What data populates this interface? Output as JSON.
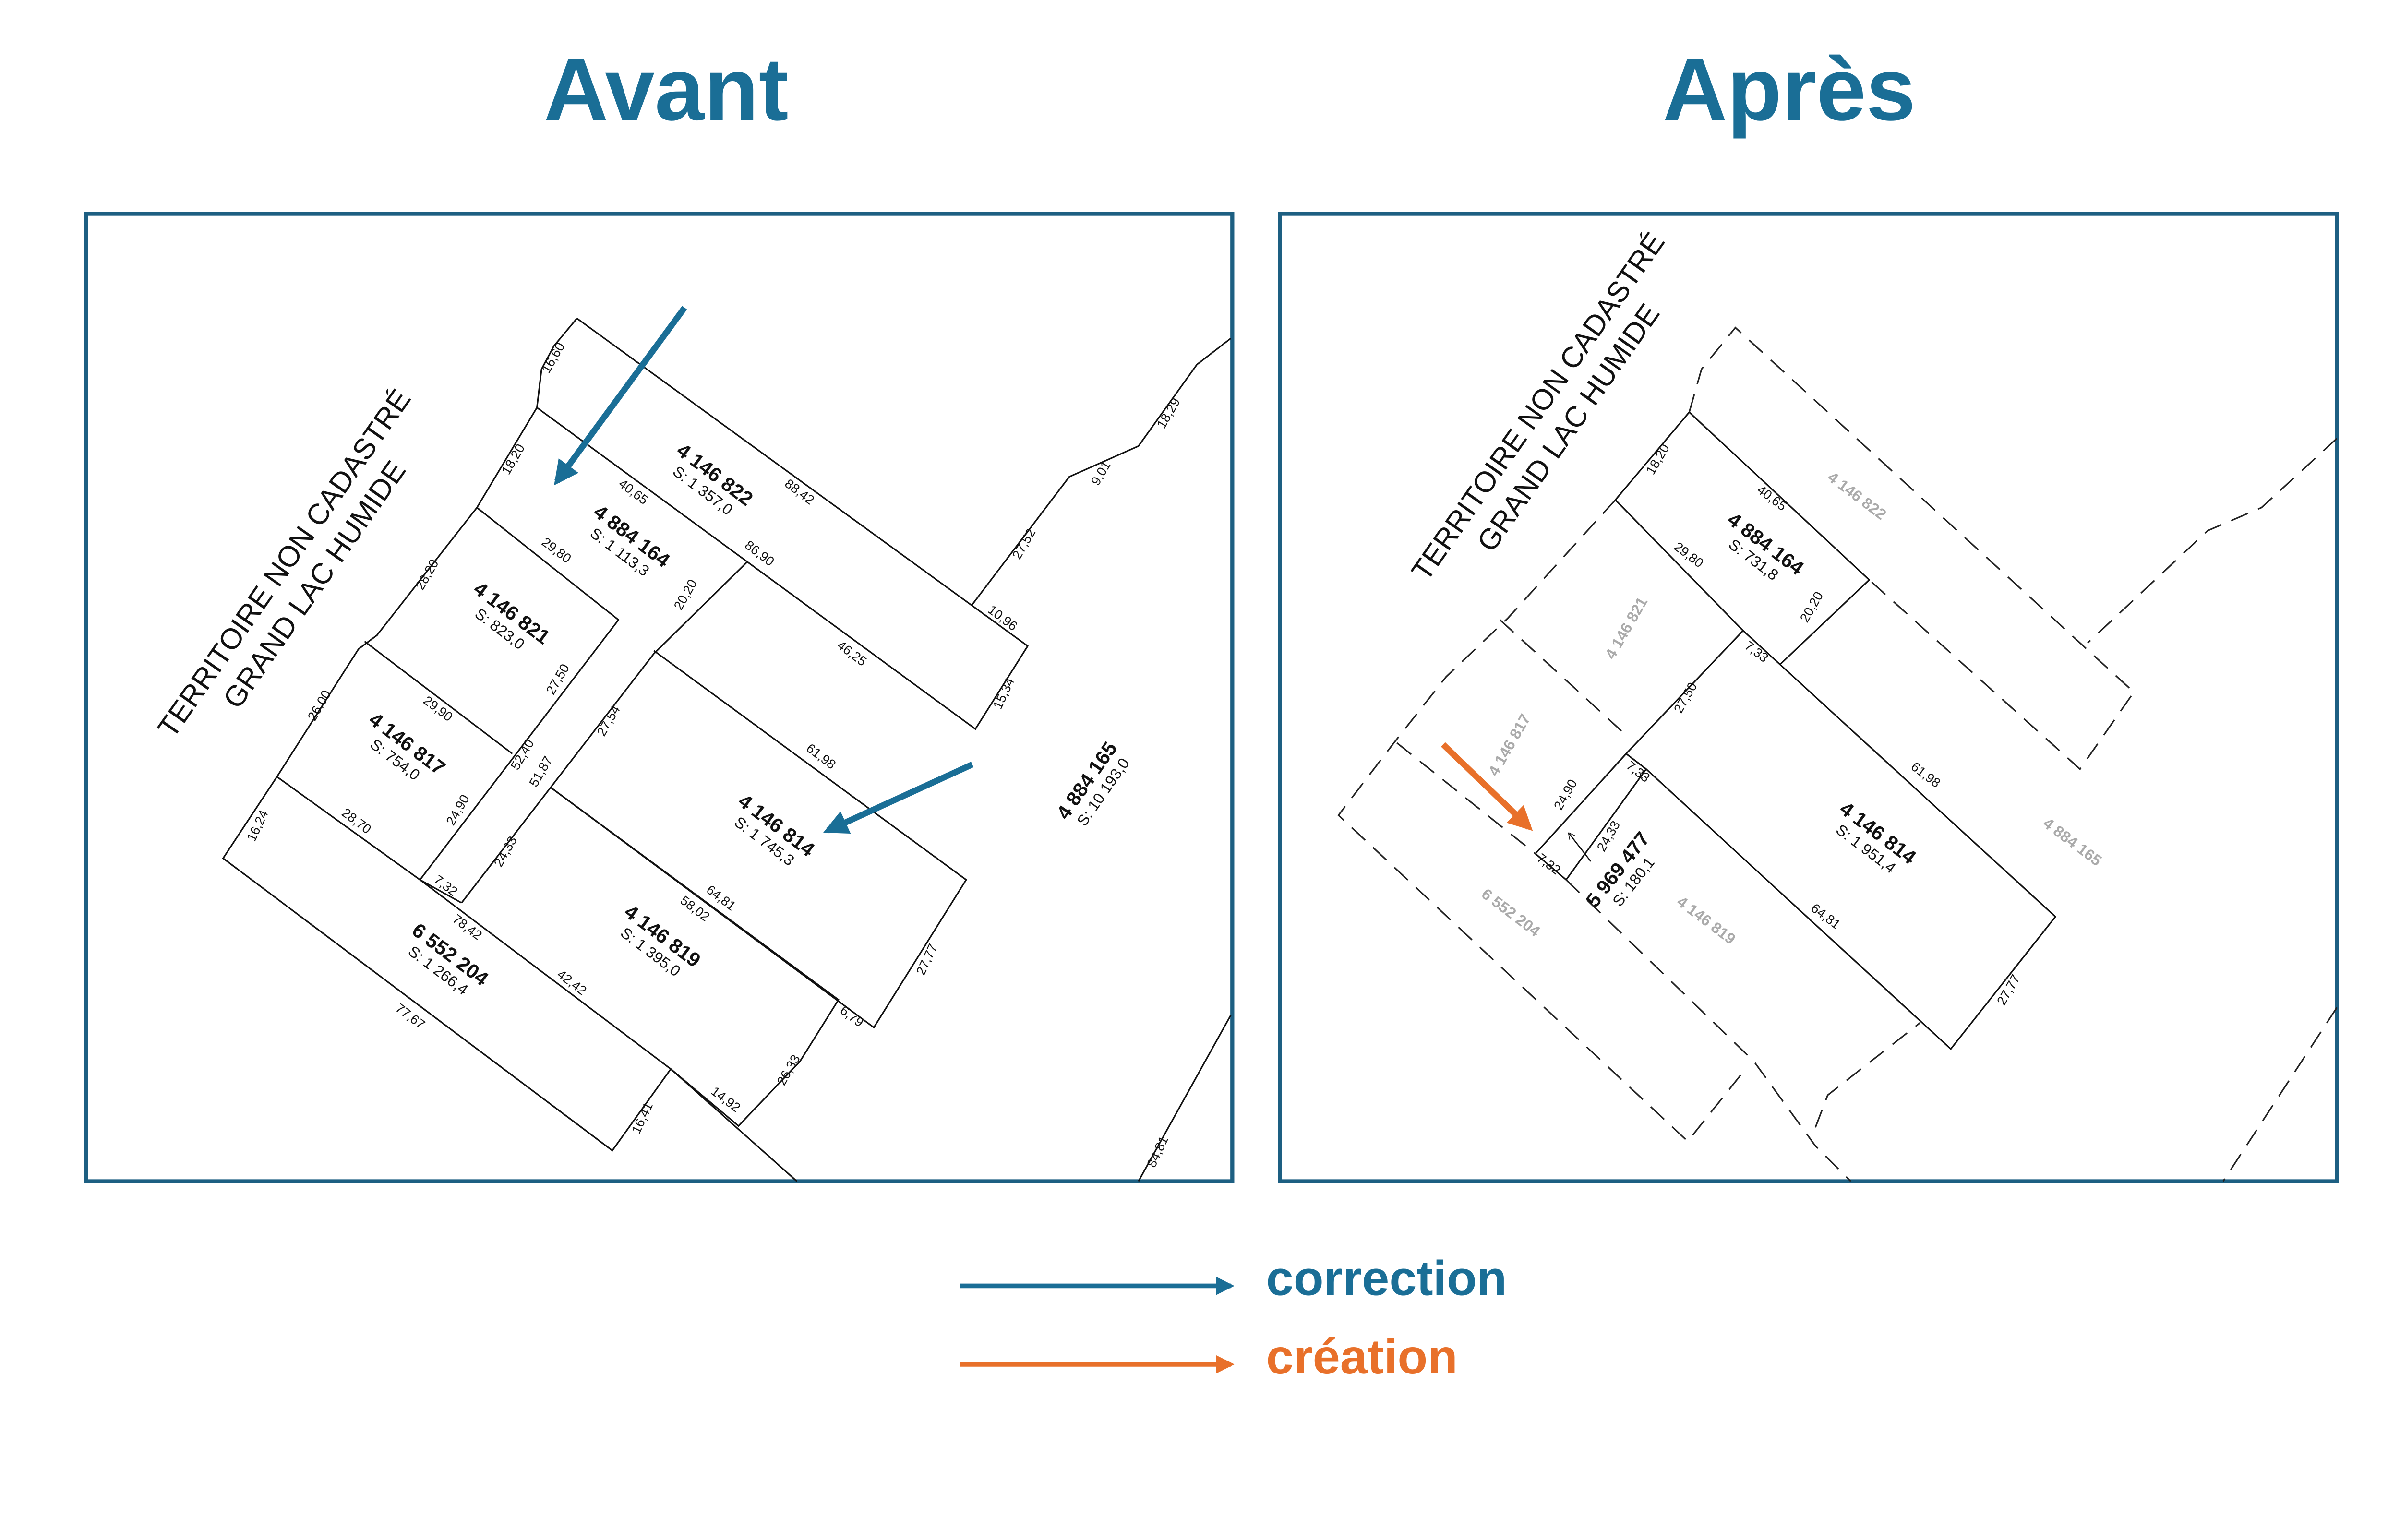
{
  "titles": {
    "before": "Avant",
    "after": "Après"
  },
  "territory": {
    "line1": "TERRITOIRE NON CADASTRÉ",
    "line2": "GRAND LAC HUMIDE"
  },
  "before": {
    "lots": [
      {
        "number": "4 146 822",
        "area": "S: 1 357,0"
      },
      {
        "number": "4 884 164",
        "area": "S: 1 113,3"
      },
      {
        "number": "4 146 821",
        "area": "S: 823,0"
      },
      {
        "number": "4 146 817",
        "area": "S: 754,0"
      },
      {
        "number": "4 146 814",
        "area": "S: 1 745,3"
      },
      {
        "number": "4 146 819",
        "area": "S: 1 395,0"
      },
      {
        "number": "6 552 204",
        "area": "S: 1 266,4"
      },
      {
        "number": "4 884 165",
        "area": "S: 10 193,0"
      }
    ],
    "dims": [
      "16,60",
      "18,20",
      "40,65",
      "88,42",
      "86,90",
      "29,80",
      "28,20",
      "20,20",
      "10,96",
      "15,34",
      "46,25",
      "27,52",
      "9,01",
      "18,29",
      "26,00",
      "29,90",
      "27,50",
      "27,54",
      "61,98",
      "52,40",
      "51,87",
      "16,24",
      "28,70",
      "24,90",
      "24,33",
      "7,32",
      "64,81",
      "58,02",
      "78,42",
      "42,42",
      "77,67",
      "6,79",
      "27,77",
      "14,92",
      "26,33",
      "16,41",
      "84,81"
    ]
  },
  "after": {
    "lots": [
      {
        "number": "4 884 164",
        "area": "S: 731,8"
      },
      {
        "number": "4 146 814",
        "area": "S: 1 951,4"
      },
      {
        "number": "5 969 477",
        "area": "S: 180,1"
      }
    ],
    "grey_lots": [
      "4 146 822",
      "4 146 821",
      "4 146 817",
      "6 552 204",
      "4 146 819",
      "4 884 165"
    ],
    "dims": [
      "18,20",
      "40,65",
      "29,80",
      "20,20",
      "7,33",
      "27,50",
      "7,33",
      "61,98",
      "24,90",
      "24,33",
      "7,32",
      "64,81",
      "27,77"
    ]
  },
  "legend": {
    "correction": "correction",
    "creation": "création"
  },
  "colors": {
    "correction": "#1a6e96",
    "creation": "#e8702a",
    "frame": "#1d5f82"
  }
}
